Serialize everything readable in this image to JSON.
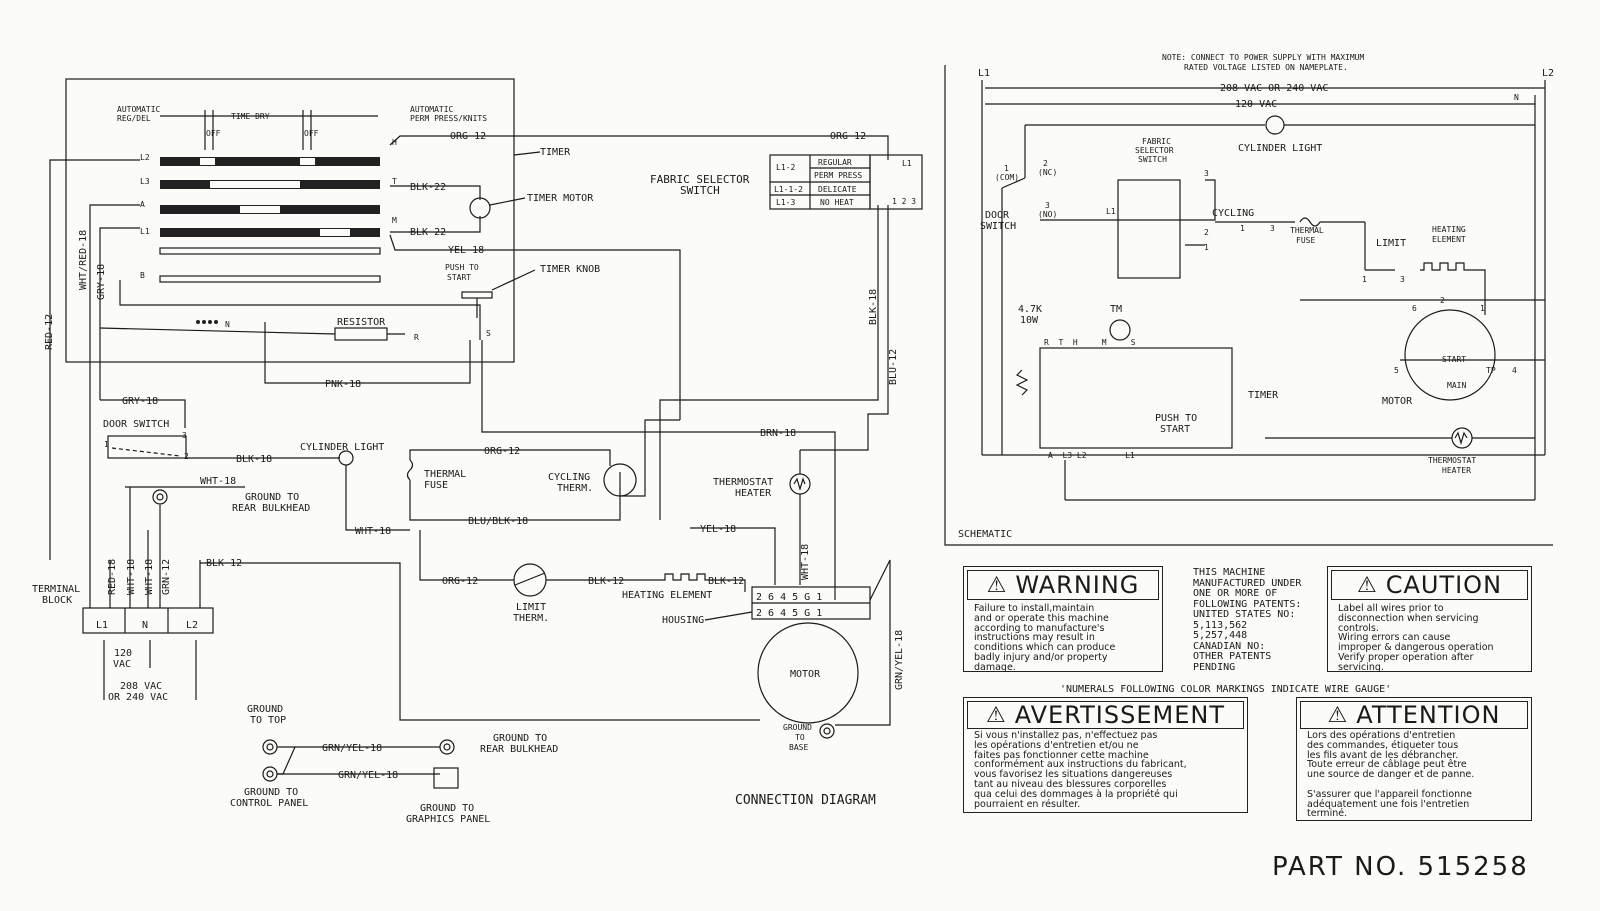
{
  "connection": {
    "title": "CONNECTION DIAGRAM",
    "timer_labels": {
      "auto_reg": "AUTOMATIC\nREG/DEL",
      "time_dry": "TIME DRY",
      "auto_perm": "AUTOMATIC\nPERM PRESS/KNITS",
      "off": "OFF",
      "timer": "TIMER",
      "timer_motor": "TIMER MOTOR",
      "timer_knob": "TIMER KNOB",
      "push_to_start": "PUSH TO\nSTART",
      "resistor": "RESISTOR",
      "term_l2": "L2",
      "term_l3": "L3",
      "term_a": "A",
      "term_l1": "L1",
      "term_b": "B",
      "term_h": "H",
      "term_t": "T",
      "term_m": "M",
      "term_n": "N",
      "term_r": "R",
      "term_s": "S"
    },
    "wires": {
      "org12": "ORG-12",
      "blk22a": "BLK-22",
      "blk22b": "BLK-22",
      "yel18": "YEL-18",
      "pnk18": "PNK-18",
      "red12": "RED-12",
      "wht_red18": "WHT/RED-18",
      "gry18v": "GRY-18",
      "gry18h": "GRY-18",
      "blk18": "BLK-18",
      "wht18a": "WHT-18",
      "wht18b": "WHT-18",
      "org12b": "ORG-12",
      "org12c": "ORG-12",
      "blu_blk18": "BLU/BLK-18",
      "yel18b": "YEL-18",
      "brn18": "BRN-18",
      "blk18v": "BLK-18",
      "blu12": "BLU-12",
      "blk12a": "BLK-12",
      "blk12b": "BLK-12",
      "blk12c": "BLK-12",
      "wht18v": "WHT-18",
      "grn_yel18v": "GRN/YEL-18",
      "red18": "RED-18",
      "wht18c": "WHT-18",
      "wht18d": "WHT-18",
      "grn12": "GRN-12",
      "grn_yel18a": "GRN/YEL-18",
      "grn_yel18b": "GRN/YEL-18"
    },
    "fabric_selector": {
      "title": "FABRIC SELECTOR\nSWITCH",
      "rows": [
        {
          "pos": "L1-2",
          "mode": "REGULAR"
        },
        {
          "pos": "",
          "mode": "PERM PRESS"
        },
        {
          "pos": "L1-1-2",
          "mode": "DELICATE"
        },
        {
          "pos": "L1-3",
          "mode": "NO HEAT"
        }
      ],
      "term_l1": "L1",
      "term_123": "1 2 3"
    },
    "components": {
      "door_switch": "DOOR SWITCH",
      "cylinder_light": "CYLINDER LIGHT",
      "ground_rear": "GROUND TO\nREAR BULKHEAD",
      "thermal_fuse": "THERMAL\nFUSE",
      "cycling_therm": "CYCLING\nTHERM.",
      "thermostat_heater": "THERMOSTAT\nHEATER",
      "limit_therm": "LIMIT\nTHERM.",
      "heating_element": "HEATING ELEMENT",
      "housing": "HOUSING",
      "motor": "MOTOR",
      "ground_base": "GROUND\nTO\nBASE",
      "terminal_block": "TERMINAL\nBLOCK",
      "tb_l1": "L1",
      "tb_n": "N",
      "tb_l2": "L2",
      "v120": "120\nVAC",
      "v208": "208 VAC\nOR 240 VAC",
      "motor_pins": "2  6  4  5  G  1",
      "ground_top": "GROUND\nTO TOP",
      "ground_rear2": "GROUND TO\nREAR BULKHEAD",
      "ground_control": "GROUND TO\nCONTROL PANEL",
      "ground_graphics": "GROUND TO\nGRAPHICS PANEL"
    }
  },
  "schematic": {
    "title": "SCHEMATIC",
    "note": "NOTE: CONNECT TO POWER SUPPLY WITH MAXIMUM\nRATED VOLTAGE LISTED ON NAMEPLATE.",
    "l1": "L1",
    "l2": "L2",
    "n": "N",
    "v208": "208 VAC OR 240 VAC",
    "v120": "120 VAC",
    "cylinder_light": "CYLINDER LIGHT",
    "fabric_selector": "FABRIC\nSELECTOR\nSWITCH",
    "door_switch": "DOOR\nSWITCH",
    "com": "1\n(COM)",
    "nc": "2\n(NC)",
    "no": "3\n(NO)",
    "cycling": "CYCLING",
    "thermal_fuse": "THERMAL\nFUSE",
    "limit": "LIMIT",
    "heating_element": "HEATING\nELEMENT",
    "resistor": "4.7K\n10W",
    "tm": "TM",
    "timer": "TIMER",
    "push_to_start": "PUSH TO\nSTART",
    "start": "START",
    "main": "MAIN",
    "tp": "TP",
    "motor": "MOTOR",
    "thermostat_heater": "THERMOSTAT\nHEATER",
    "timer_terms": "R  T  H     M     S",
    "bottom_terms": "A  L3 L2        L1"
  },
  "warnings": {
    "warning": {
      "title": "WARNING",
      "body": "Failure to install,maintain\nand or operate this machine\naccording to manufacture's\ninstructions may result in\nconditions which can produce\nbadly injury and/or property\ndamage."
    },
    "caution": {
      "title": "CAUTION",
      "body": "Label all wires prior to\ndisconnection when servicing\ncontrols.\nWiring errors can cause\nimproper & dangerous operation\nVerify proper operation after\nservicing."
    },
    "avertissement": {
      "title": "AVERTISSEMENT",
      "body": "Si vous n'installez pas, n'effectuez pas\nles opérations d'entretien et/ou ne\nfaites pas fonctionner cette machine\nconformément aux instructions du fabricant,\nvous favorisez les situations dangereuses\ntant au niveau des blessures corporelles\nqua celui des dommages à la propriété qui\npourraient en résulter."
    },
    "attention": {
      "title": "ATTENTION",
      "body": "Lors des opérations d'entretien\ndes commandes, étiqueter tous\nles fils avant de les débrancher.\nToute erreur de câblage peut être\nune source de danger et de panne.\n\nS'assurer que l'appareil fonctionne\nadéquatement une fois l'entretien\nterminé."
    },
    "patents": "THIS MACHINE\nMANUFACTURED UNDER\nONE OR MORE OF\nFOLLOWING PATENTS:\nUNITED STATES NO:\n5,113,562\n5,257,448\nCANADIAN NO:\nOTHER PATENTS\nPENDING",
    "gauge_note": "'NUMERALS FOLLOWING COLOR MARKINGS INDICATE WIRE GAUGE'",
    "part_no": "PART NO. 515258"
  }
}
